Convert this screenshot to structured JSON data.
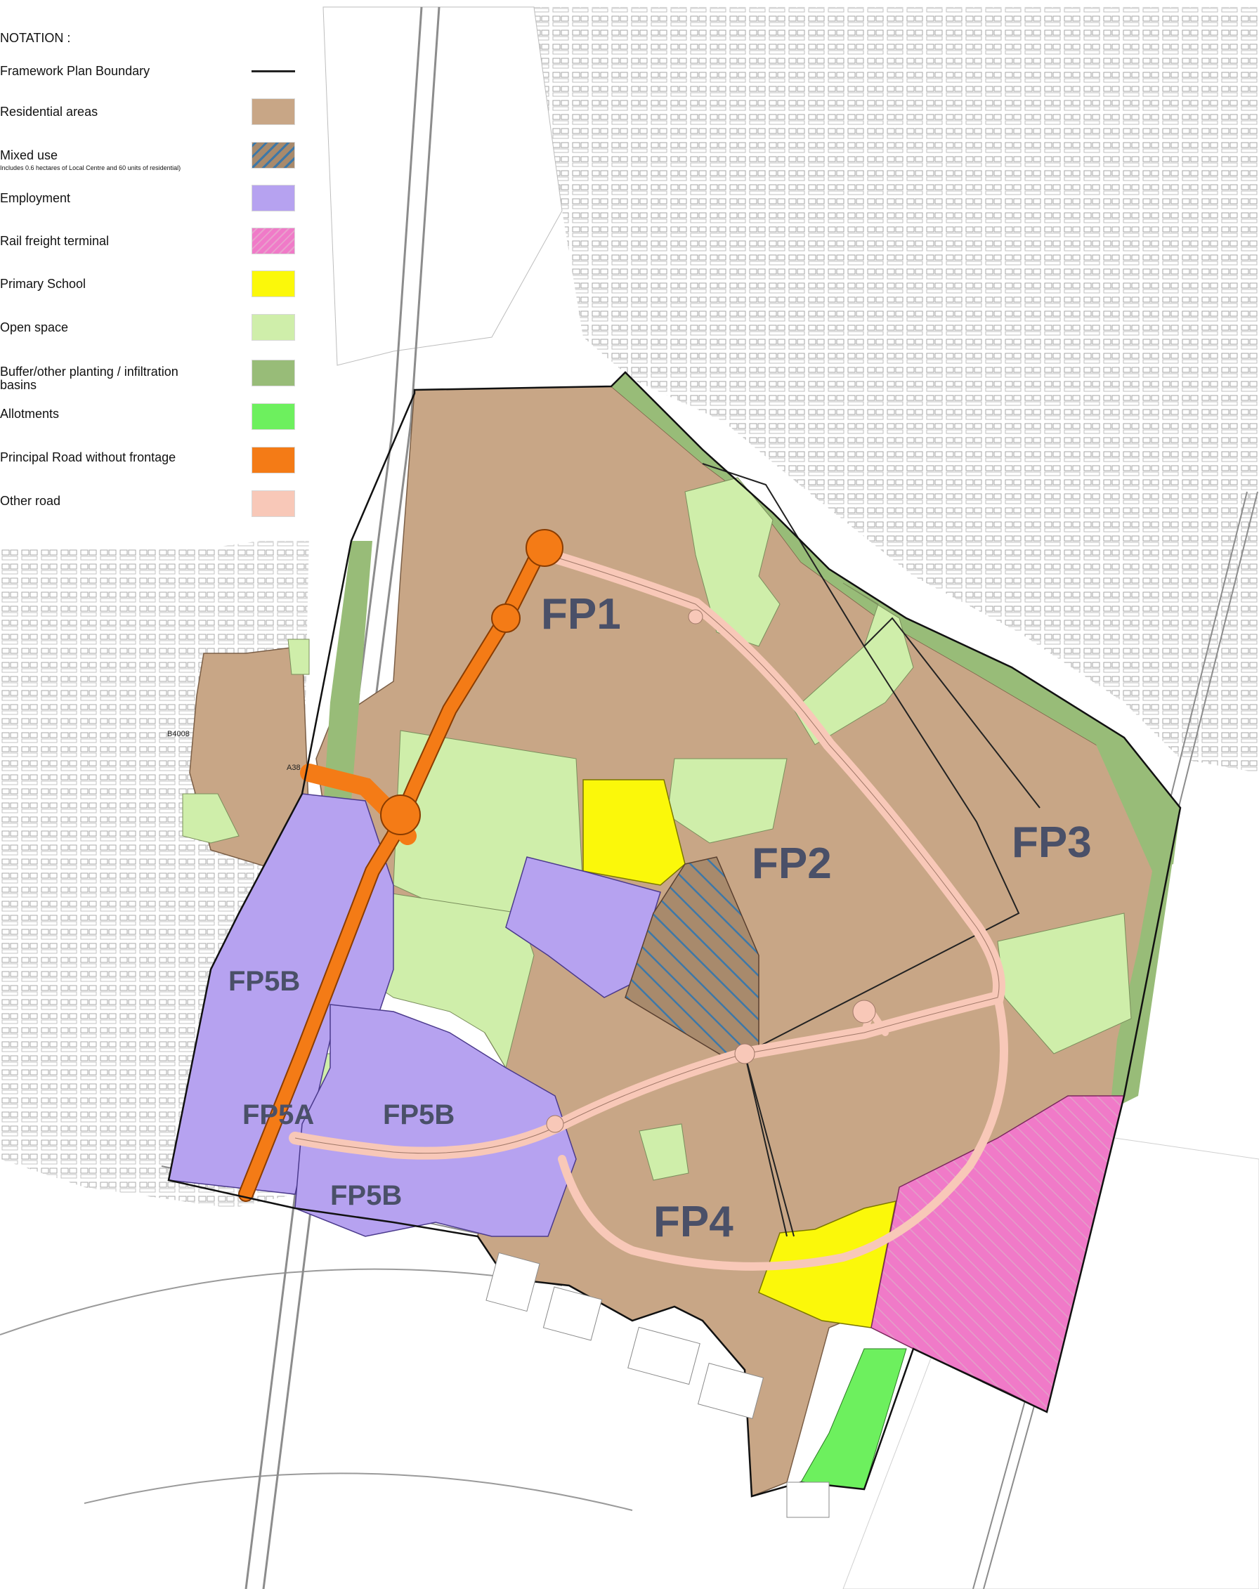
{
  "legend": {
    "title": "NOTATION :",
    "items": [
      {
        "label": "Framework Plan Boundary",
        "type": "line",
        "color": "#222222"
      },
      {
        "label": "Residential areas",
        "color": "#c8a686"
      },
      {
        "label": "Mixed use",
        "note": "Includes 0.6 hectares of Local Centre and 60 units of residential)",
        "color": "#a88a6c",
        "hatch": "#3d78a8"
      },
      {
        "label": "Employment",
        "color": "#b6a2f0"
      },
      {
        "label": "Rail freight terminal",
        "color": "#f07ac8"
      },
      {
        "label": "Primary School",
        "color": "#fbf80a"
      },
      {
        "label": "Open space",
        "color": "#cfeeaa"
      },
      {
        "label": "Buffer/other planting / infiltration basins",
        "color": "#98bc78"
      },
      {
        "label": "Allotments",
        "color": "#6df05e"
      },
      {
        "label": "Principal Road without frontage",
        "color": "#f47b16"
      },
      {
        "label": "Other road",
        "color": "#f8c8b8"
      }
    ]
  },
  "map": {
    "areas": {
      "fp1": "FP1",
      "fp2": "FP2",
      "fp3": "FP3",
      "fp4": "FP4",
      "fp5a": "FP5A",
      "fp5b_west": "FP5B",
      "fp5b_centre": "FP5B",
      "fp5b_south": "FP5B"
    },
    "road_labels": {
      "a38": "A38",
      "b4008": "B4008"
    }
  }
}
